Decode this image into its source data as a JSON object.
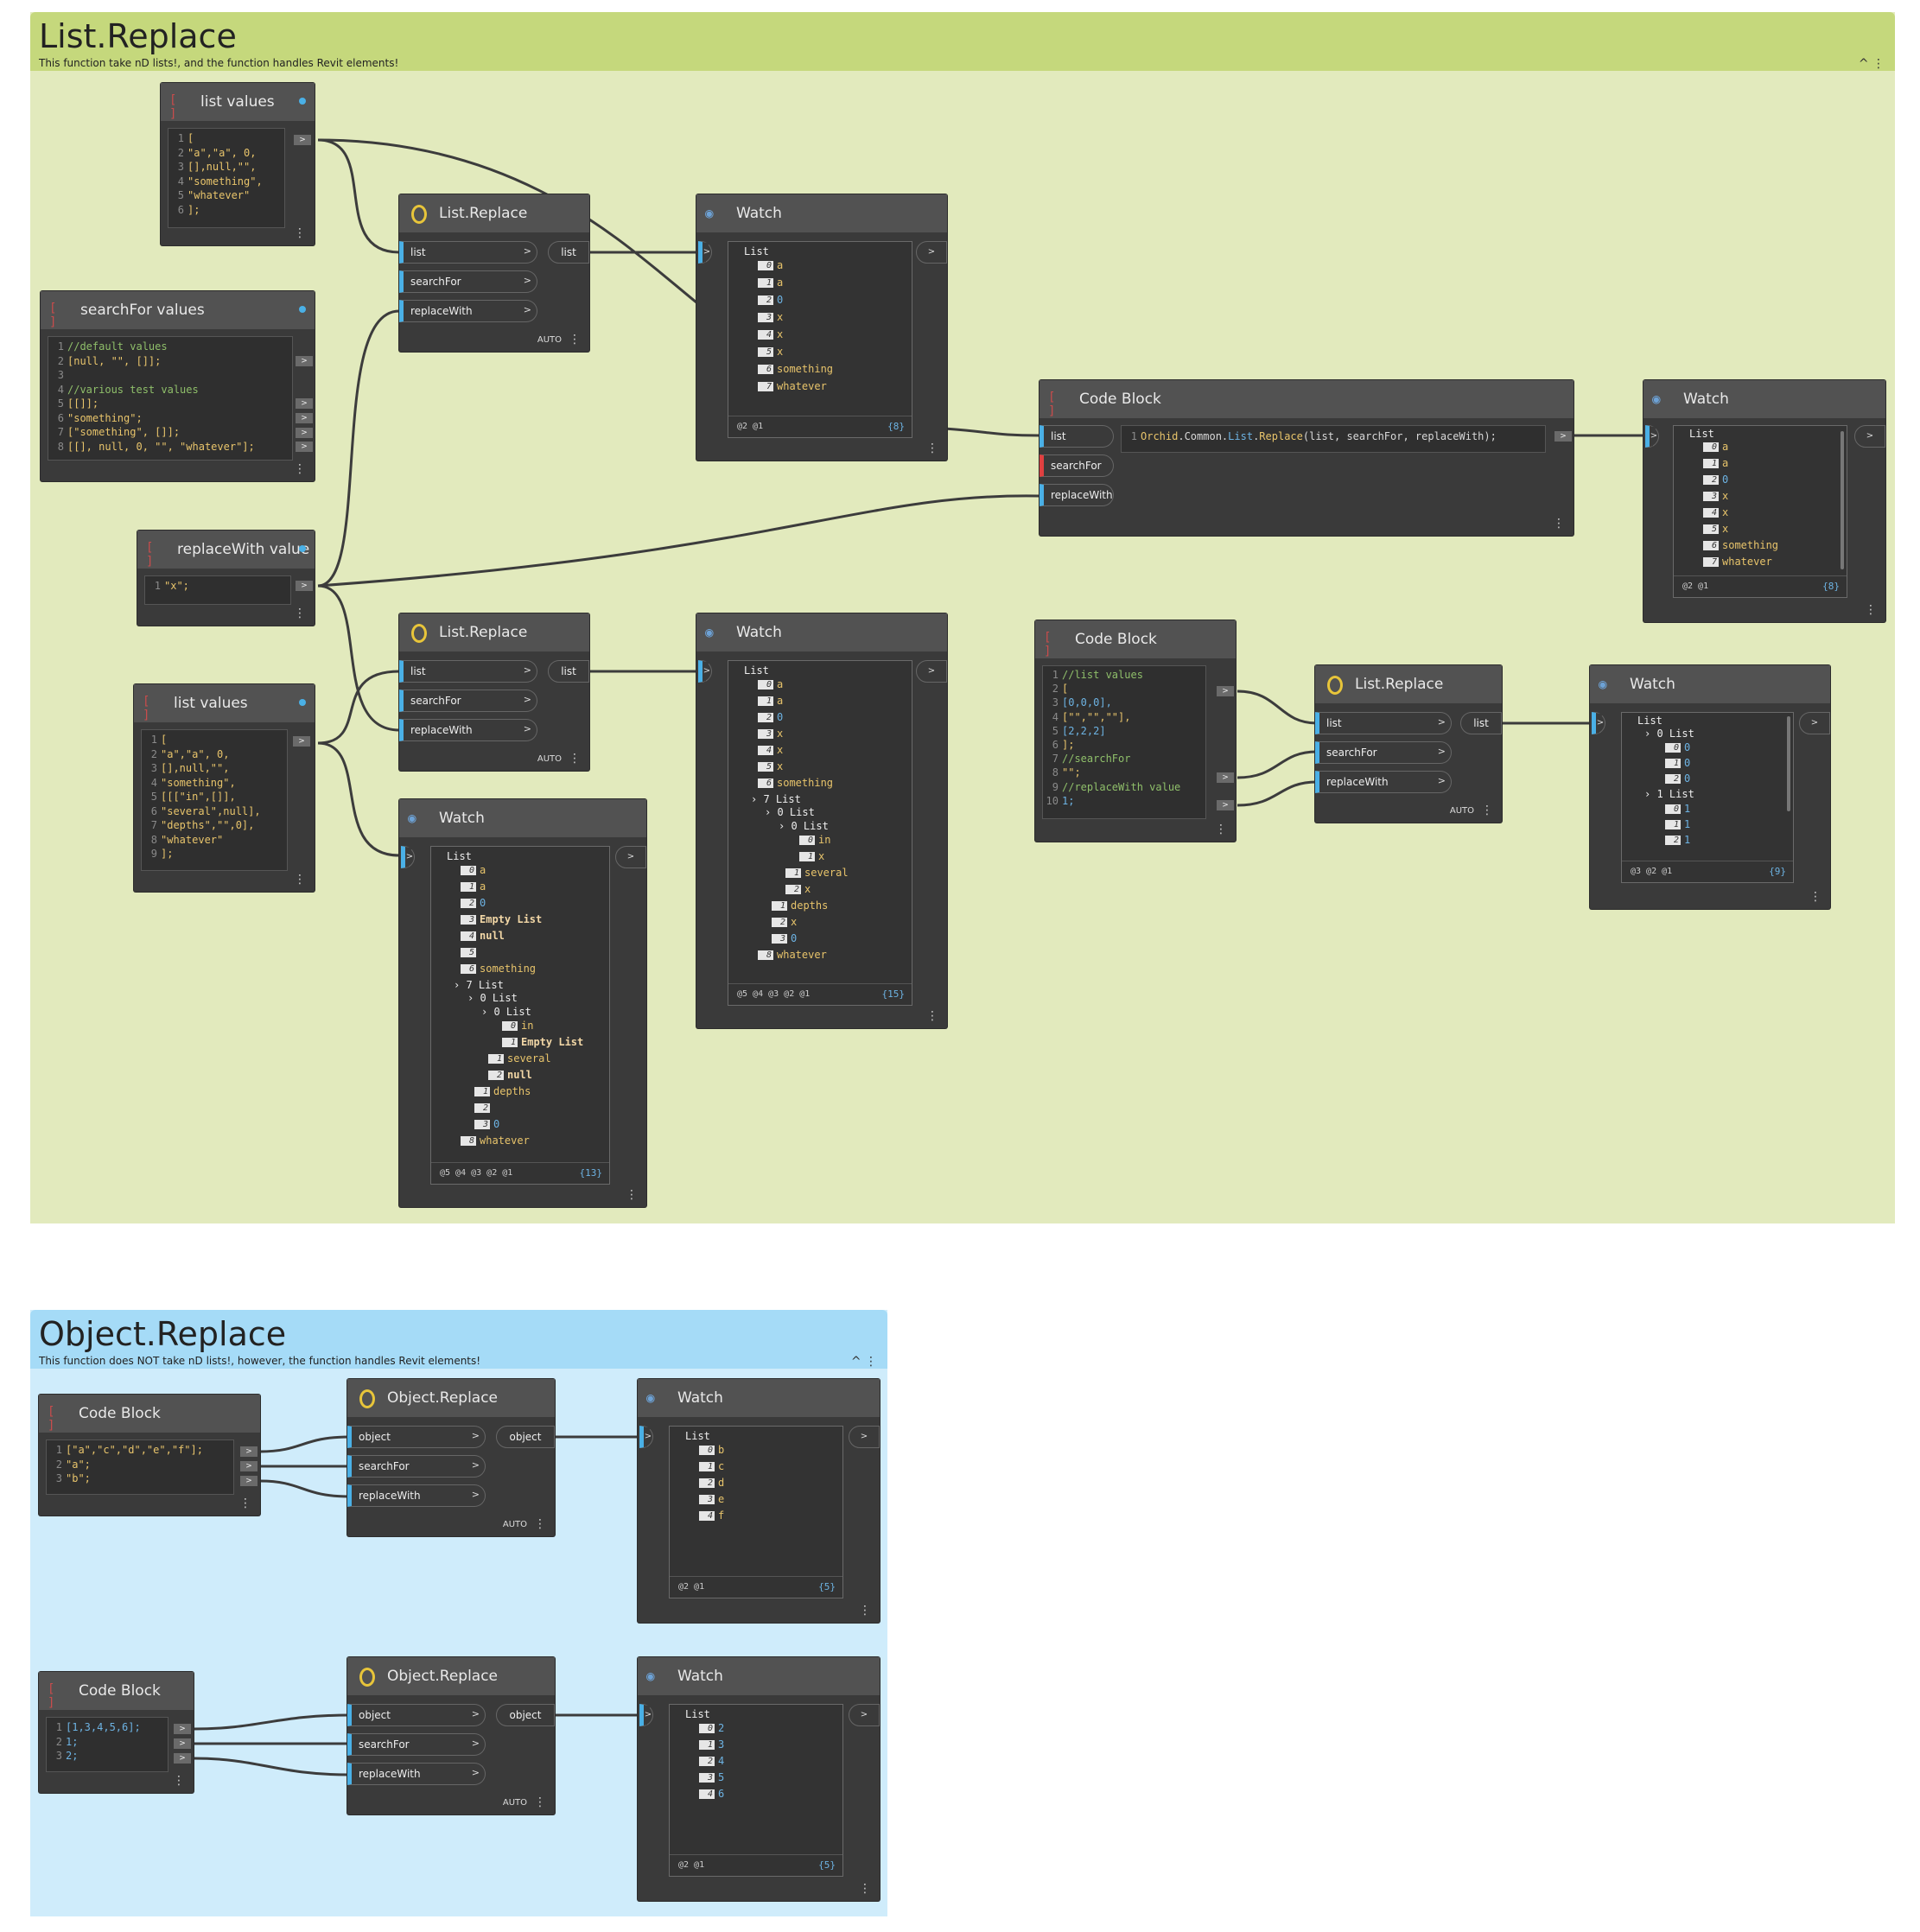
{
  "groups": {
    "list_replace": {
      "title": "List.Replace",
      "description": "This function take nD lists!, and the function handles Revit elements!",
      "color": "#c5d87c",
      "body_color": "#e2eabd"
    },
    "object_replace": {
      "title": "Object.Replace",
      "description": "This function does NOT take nD lists!, however, the function handles Revit elements!",
      "color": "#a5dbf7",
      "body_color": "#cfecfb"
    }
  },
  "icons": {
    "collapse": "chevron-up-icon",
    "menu": "vertical-dots-icon",
    "output": "chevron-right-icon"
  },
  "labels": {
    "auto": "AUTO",
    "more": "⋮",
    "caret": ">",
    "collapse": "^ ⋮"
  },
  "nodes": {
    "list_values_1": {
      "title": "list values",
      "lines": [
        "[",
        "\"a\",\"a\", 0,",
        "[],null,\"\",",
        "\"something\",",
        "\"whatever\"",
        "];"
      ]
    },
    "search_values": {
      "title": "searchFor values",
      "lines": [
        "//default values",
        "[null, \"\", []];",
        "",
        "//various test values",
        "[[]];",
        "\"something\";",
        "[\"something\", []];",
        "[[], null, 0, \"\", \"whatever\"];"
      ]
    },
    "replace_value": {
      "title": "replaceWith value",
      "lines": [
        "\"x\";"
      ]
    },
    "list_values_2": {
      "title": "list values",
      "lines": [
        "[",
        "\"a\",\"a\", 0,",
        "[],null,\"\",",
        "\"something\",",
        "[[[\"in\",[]],",
        "\"several\",null],",
        "\"depths\",\"\",0],",
        "\"whatever\"",
        "];"
      ]
    },
    "list_replace_1": {
      "title": "List.Replace",
      "inputs": [
        "list",
        "searchFor",
        "replaceWith"
      ],
      "output": "list"
    },
    "list_replace_2": {
      "title": "List.Replace",
      "inputs": [
        "list",
        "searchFor",
        "replaceWith"
      ],
      "output": "list"
    },
    "list_replace_3": {
      "title": "List.Replace",
      "inputs": [
        "list",
        "searchFor",
        "replaceWith"
      ],
      "output": "list"
    },
    "watch_1": {
      "title": "Watch",
      "root": "List",
      "items": [
        [
          "0",
          "a"
        ],
        [
          "1",
          "a"
        ],
        [
          "2",
          "0"
        ],
        [
          "3",
          "x"
        ],
        [
          "4",
          "x"
        ],
        [
          "5",
          "x"
        ],
        [
          "6",
          "something"
        ],
        [
          "7",
          "whatever"
        ]
      ],
      "levels": "@2 @1",
      "count": "{8}"
    },
    "codeblock_main": {
      "title": "Code Block",
      "inputs": [
        "list",
        "searchFor",
        "replaceWith"
      ],
      "line_num": "1",
      "code_obj": "Orchid",
      "code_mid": ".Common.",
      "code_cls": "List",
      "code_dot": ".",
      "code_fn": "Replace",
      "code_args": "(list, searchFor, replaceWith);"
    },
    "watch_2": {
      "title": "Watch",
      "root": "List",
      "items": [
        [
          "0",
          "a"
        ],
        [
          "1",
          "a"
        ],
        [
          "2",
          "0"
        ],
        [
          "3",
          "x"
        ],
        [
          "4",
          "x"
        ],
        [
          "5",
          "x"
        ],
        [
          "6",
          "something"
        ],
        [
          "7",
          "whatever"
        ]
      ],
      "levels": "@2 @1",
      "count": "{8}"
    },
    "watch_3": {
      "title": "Watch",
      "root": "List",
      "items": [
        [
          "0",
          "a"
        ],
        [
          "1",
          "a"
        ],
        [
          "2",
          "0"
        ],
        [
          "3",
          "x"
        ],
        [
          "4",
          "x"
        ],
        [
          "5",
          "x"
        ],
        [
          "6",
          "something"
        ],
        [
          "7",
          "List"
        ],
        [
          "0",
          "List"
        ],
        [
          "0",
          "List"
        ],
        [
          "0",
          "in"
        ],
        [
          "1",
          "x"
        ],
        [
          "1",
          "several"
        ],
        [
          "2",
          "x"
        ],
        [
          "1",
          "depths"
        ],
        [
          "2",
          "x"
        ],
        [
          "3",
          "0"
        ],
        [
          "8",
          "whatever"
        ]
      ],
      "levels": "@5 @4 @3 @2 @1",
      "count": "{15}"
    },
    "watch_4": {
      "title": "Watch",
      "root": "List",
      "items": [
        [
          "0",
          "a"
        ],
        [
          "1",
          "a"
        ],
        [
          "2",
          "0"
        ],
        [
          "3",
          "Empty List"
        ],
        [
          "4",
          "null"
        ],
        [
          "5",
          ""
        ],
        [
          "6",
          "something"
        ],
        [
          "7",
          "List"
        ],
        [
          "0",
          "List"
        ],
        [
          "0",
          "List"
        ],
        [
          "0",
          "in"
        ],
        [
          "1",
          "Empty List"
        ],
        [
          "1",
          "several"
        ],
        [
          "2",
          "null"
        ],
        [
          "1",
          "depths"
        ],
        [
          "2",
          ""
        ],
        [
          "3",
          "0"
        ],
        [
          "8",
          "whatever"
        ]
      ],
      "levels": "@5 @4 @3 @2 @1",
      "count": "{13}"
    },
    "codeblock_2": {
      "title": "Code Block",
      "lines": [
        "//list values",
        "[",
        "[0,0,0],",
        "[\"\",\"\",\"\"],",
        "[2,2,2]",
        "];",
        "//searchFor",
        "\"\";",
        "//replaceWith value",
        "1;"
      ]
    },
    "watch_5": {
      "title": "Watch",
      "root": "List",
      "items": [
        [
          "0",
          "List"
        ],
        [
          "0",
          "0"
        ],
        [
          "1",
          "0"
        ],
        [
          "2",
          "0"
        ],
        [
          "1",
          "List"
        ],
        [
          "0",
          "1"
        ],
        [
          "1",
          "1"
        ],
        [
          "2",
          "1"
        ]
      ],
      "levels": "@3 @2 @1",
      "count": "{9}"
    },
    "cb_obj_1": {
      "title": "Code Block",
      "lines": [
        "[\"a\",\"c\",\"d\",\"e\",\"f\"];",
        "\"a\";",
        "\"b\";"
      ]
    },
    "obj_replace_1": {
      "title": "Object.Replace",
      "inputs": [
        "object",
        "searchFor",
        "replaceWith"
      ],
      "output": "object"
    },
    "watch_obj_1": {
      "title": "Watch",
      "root": "List",
      "items": [
        [
          "0",
          "b"
        ],
        [
          "1",
          "c"
        ],
        [
          "2",
          "d"
        ],
        [
          "3",
          "e"
        ],
        [
          "4",
          "f"
        ]
      ],
      "levels": "@2 @1",
      "count": "{5}"
    },
    "cb_obj_2": {
      "title": "Code Block",
      "lines": [
        "[1,3,4,5,6];",
        "1;",
        "2;"
      ]
    },
    "obj_replace_2": {
      "title": "Object.Replace",
      "inputs": [
        "object",
        "searchFor",
        "replaceWith"
      ],
      "output": "object"
    },
    "watch_obj_2": {
      "title": "Watch",
      "root": "List",
      "items": [
        [
          "0",
          "2"
        ],
        [
          "1",
          "3"
        ],
        [
          "2",
          "4"
        ],
        [
          "3",
          "5"
        ],
        [
          "4",
          "6"
        ]
      ],
      "levels": "@2 @1",
      "count": "{5}"
    }
  }
}
